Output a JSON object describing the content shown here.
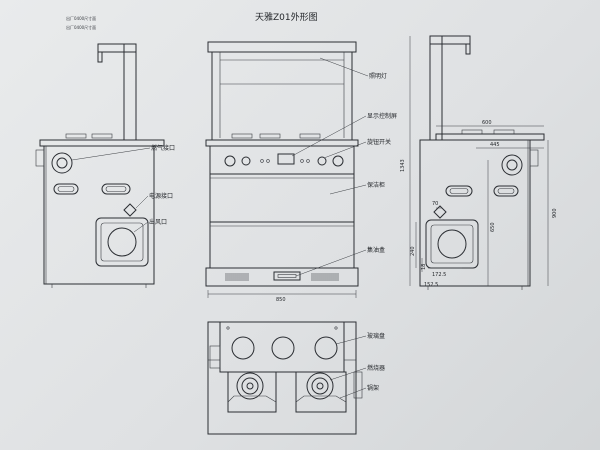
{
  "title": "天雅Z01外形图",
  "notes": [
    "出厂0400尺寸面",
    "出厂0400尺寸面"
  ],
  "labels": {
    "lamp": "照明灯",
    "display": "显示控制屏",
    "knob": "旋钮开关",
    "cabinet": "保洁柜",
    "tray": "集油盒",
    "gas_inlet": "燃气接口",
    "power": "电源接口",
    "outlet": "出风口",
    "panel_top": "玻璃盘",
    "burner": "燃烧器",
    "pan_support": "锅架"
  },
  "dims": {
    "front_width": "850",
    "side_top": "600",
    "side_depth": "445",
    "side_height": "1343",
    "side_mid": "650",
    "side_low": "70",
    "side_v1": "240",
    "side_v2": "172.5",
    "side_v3": "152.5",
    "side_v4": "900",
    "small_h": "18"
  }
}
